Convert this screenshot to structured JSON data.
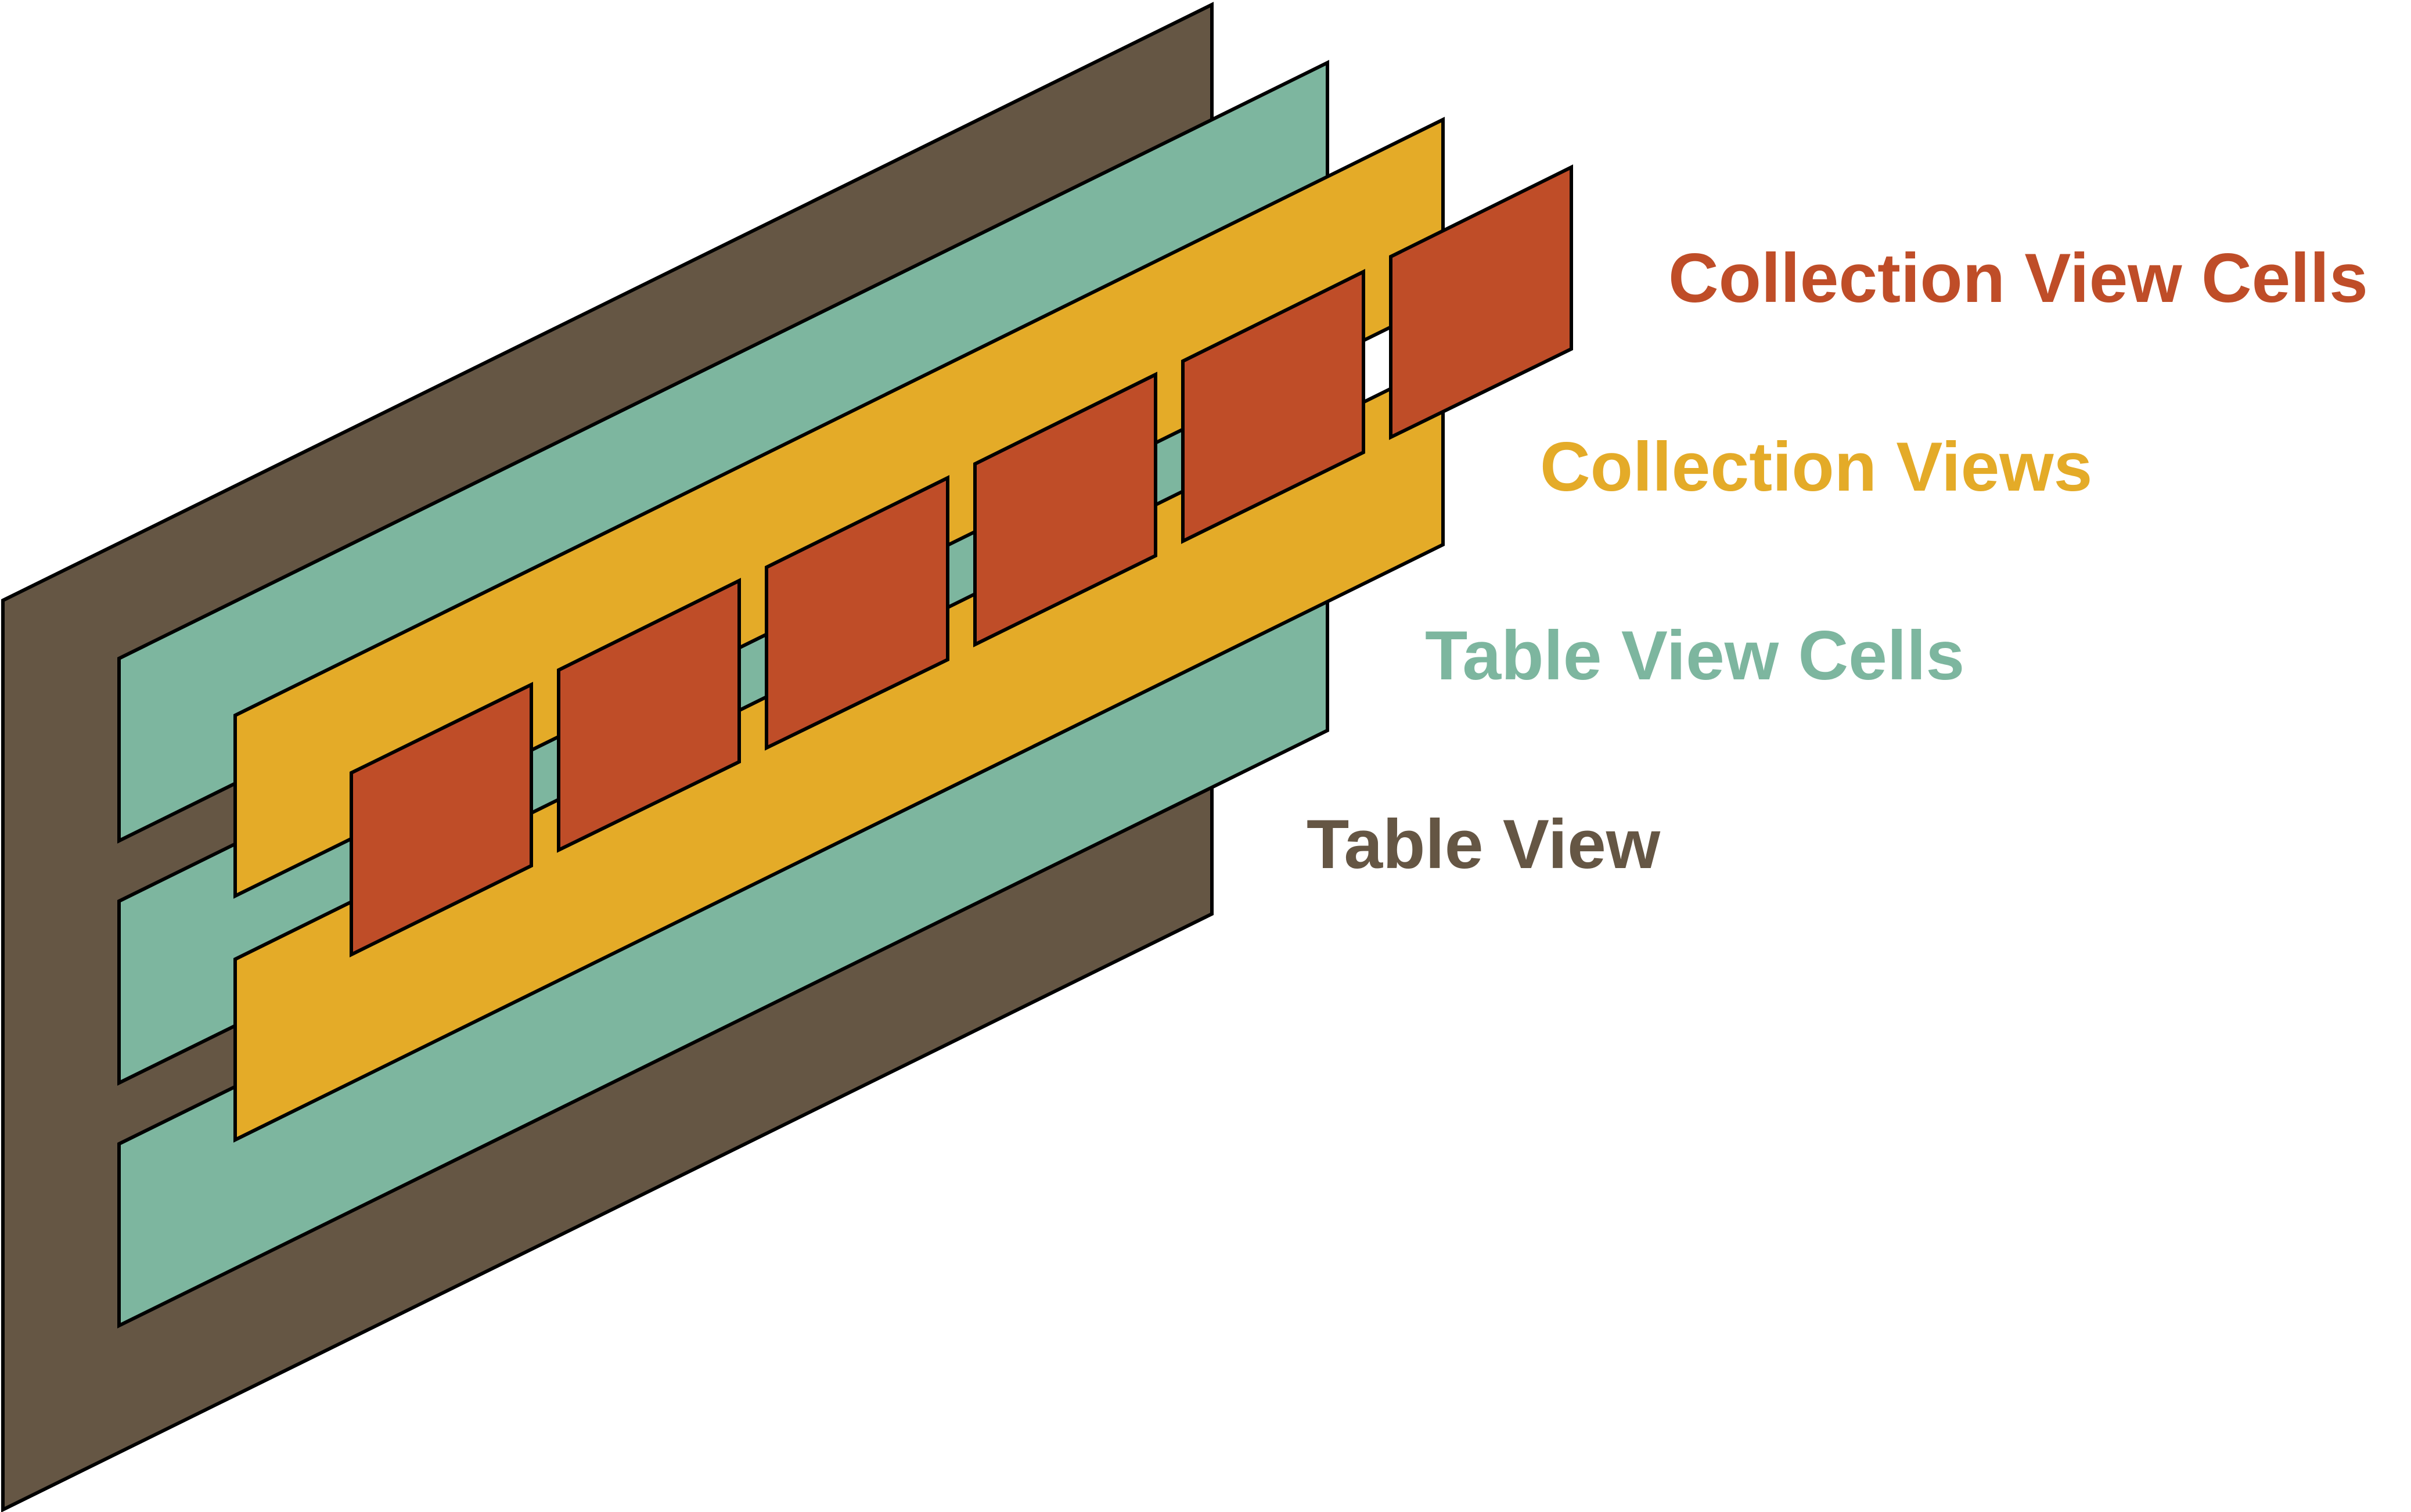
{
  "layers": {
    "table_view": {
      "label": "Table View",
      "color": "#655644"
    },
    "table_view_cells": {
      "label": "Table View Cells",
      "color": "#7db69f"
    },
    "collection_views": {
      "label": "Collection Views",
      "color": "#e4ab28"
    },
    "collection_view_cells": {
      "label": "Collection View Cells",
      "color": "#bf4d28"
    }
  },
  "outline_color": "#000000"
}
